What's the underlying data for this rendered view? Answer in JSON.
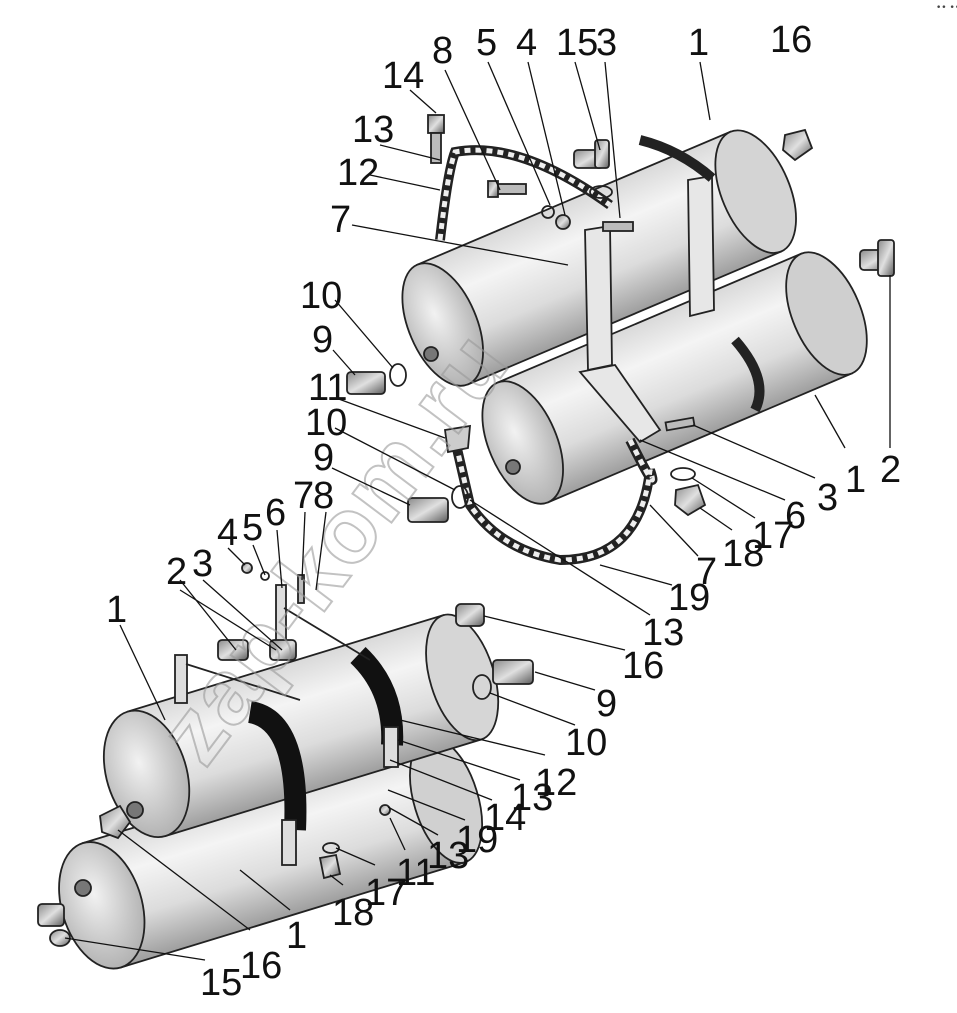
{
  "diagram": {
    "corner_mark": "•• •••",
    "watermark": "zap-kom.ru",
    "labels": {
      "t_1": "1",
      "t_16": "16",
      "t_3": "3",
      "t_15": "15",
      "t_4": "4",
      "t_5": "5",
      "t_8": "8",
      "t_14": "14",
      "t_13": "13",
      "t_12": "12",
      "t_7": "7",
      "m_10a": "10",
      "m_9a": "9",
      "m_11": "11",
      "m_10b": "10",
      "m_9b": "9",
      "r_2": "2",
      "r_1": "1",
      "r_3": "3",
      "r_6": "6",
      "r_17": "17",
      "r_18": "18",
      "r_7": "7",
      "r_19": "19",
      "r_13": "13",
      "b_7": "7",
      "b_8": "8",
      "b_6": "6",
      "b_5": "5",
      "b_4": "4",
      "b_3": "3",
      "b_2": "2",
      "b_1": "1",
      "c_16": "16",
      "c_9": "9",
      "c_10": "10",
      "c_12": "12",
      "c_13": "13",
      "c_14": "14",
      "c_19": "19",
      "c_13b": "13",
      "c_11": "11",
      "c_17": "17",
      "c_18": "18",
      "c_1": "1",
      "c_16b": "16",
      "c_15": "15"
    }
  }
}
